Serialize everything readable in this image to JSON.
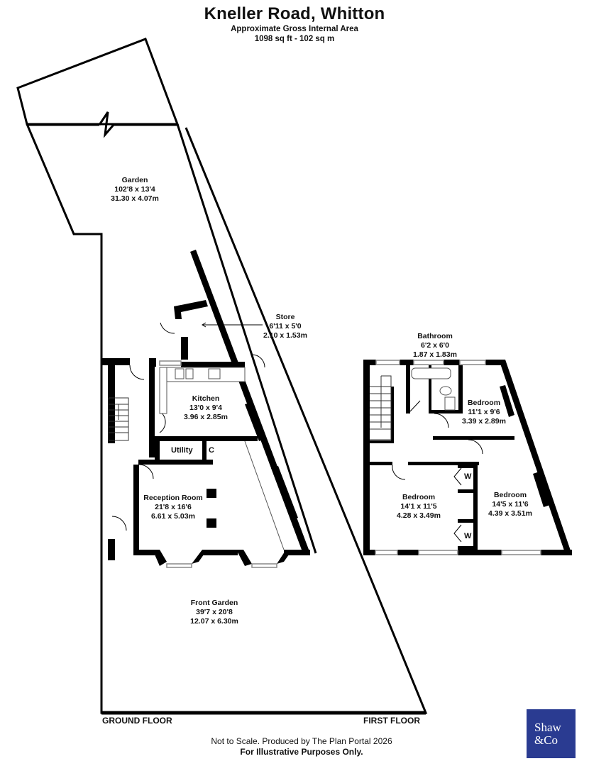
{
  "header": {
    "title": "Kneller Road, Whitton",
    "area_label": "Approximate Gross Internal Area",
    "area_value": "1098 sq ft - 102 sq m"
  },
  "ground_floor": {
    "label": "GROUND FLOOR",
    "rooms": [
      {
        "name": "Garden",
        "imperial": "102'8 x 13'4",
        "metric": "31.30 x 4.07m"
      },
      {
        "name": "Store",
        "imperial": "6'11 x 5'0",
        "metric": "2.10 x 1.53m"
      },
      {
        "name": "Kitchen",
        "imperial": "13'0 x 9'4",
        "metric": "3.96 x 2.85m"
      },
      {
        "name": "Utility"
      },
      {
        "name": "C"
      },
      {
        "name": "Reception Room",
        "imperial": "21'8 x 16'6",
        "metric": "6.61 x 5.03m"
      },
      {
        "name": "Front Garden",
        "imperial": "39'7 x 20'8",
        "metric": "12.07 x 6.30m"
      }
    ]
  },
  "first_floor": {
    "label": "FIRST FLOOR",
    "rooms": [
      {
        "name": "Bathroom",
        "imperial": "6'2 x 6'0",
        "metric": "1.87 x 1.83m"
      },
      {
        "name": "Bedroom",
        "imperial": "11'1 x 9'6",
        "metric": "3.39 x 2.89m"
      },
      {
        "name": "Bedroom",
        "imperial": "14'1 x 11'5",
        "metric": "4.28 x 3.49m"
      },
      {
        "name": "Bedroom",
        "imperial": "14'5 x 11'6",
        "metric": "4.39 x 3.51m"
      },
      {
        "name": "W"
      },
      {
        "name": "W"
      }
    ]
  },
  "footer": {
    "disclaimer": "Not to Scale. Produced by The Plan Portal 2026",
    "illustrative": "For Illustrative Purposes Only."
  },
  "logo": {
    "line1": "Shaw",
    "line2": "&Co",
    "color": "#2a3b91"
  }
}
